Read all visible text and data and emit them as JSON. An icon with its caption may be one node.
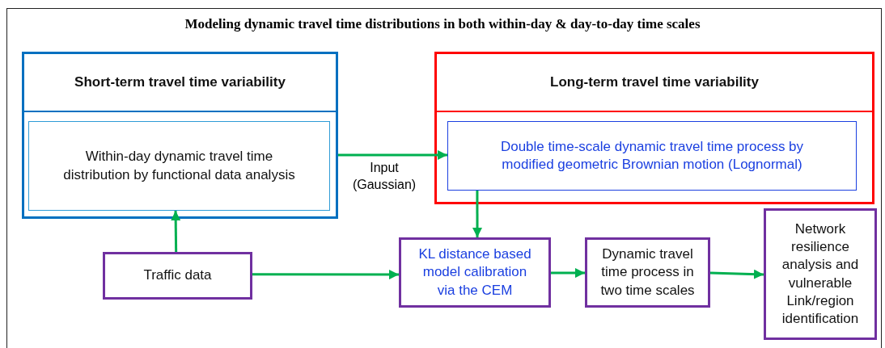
{
  "diagram": {
    "title": "Modeling dynamic travel time distributions in both within-day & day-to-day time scales",
    "nodes": [
      {
        "text": [
          "Short-term travel time variability"
        ]
      },
      {
        "text": [
          "Within-day dynamic travel time distribution by functional data analysis"
        ],
        "in": 0
      },
      {
        "text": [
          "Long-term travel time variability"
        ]
      },
      {
        "text": [
          "Double time-scale dynamic travel time process by modified geometric Brownian motion (Lognormal)"
        ],
        "in": 2
      },
      {
        "text": [
          "Traffic data"
        ]
      },
      {
        "text": [
          "KL distance based model calibration via the CEM"
        ]
      },
      {
        "text": [
          "Dynamic travel time process in two time scales"
        ]
      },
      {
        "text": [
          "Network resilience analysis and vulnerable Link/region identification"
        ]
      }
    ],
    "edges": [
      {
        "from": 0,
        "to": 3,
        "arrow": "to",
        "label": "Input (Gaussian)"
      },
      {
        "from": 4,
        "to": 1,
        "arrow": "to"
      },
      {
        "from": 4,
        "to": 5,
        "arrow": "to"
      },
      {
        "from": 3,
        "to": 5,
        "arrow": "to"
      },
      {
        "from": 5,
        "to": 6,
        "arrow": "to"
      },
      {
        "from": 6,
        "to": 7,
        "arrow": "to"
      }
    ]
  }
}
